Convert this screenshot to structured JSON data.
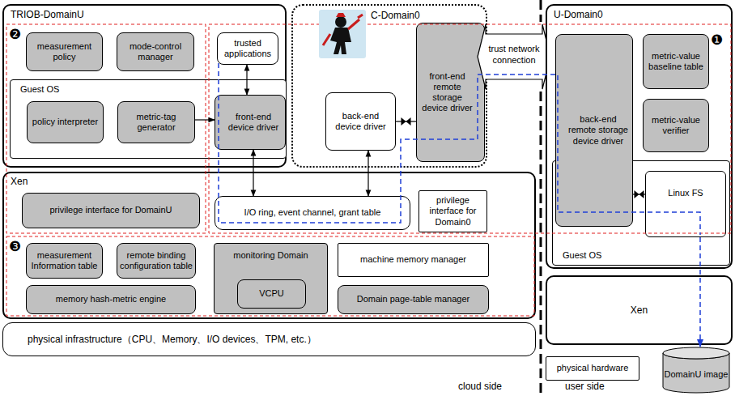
{
  "diagram": {
    "nodes": [
      {
        "text": [
          "TRIOB-DomainU"
        ]
      },
      {
        "text": [
          "measurement policy"
        ],
        "in": 0
      },
      {
        "text": [
          "mode-control manager"
        ],
        "in": 0
      },
      {
        "text": [
          "trusted applications"
        ],
        "in": 0
      },
      {
        "text": [
          "Guest OS"
        ],
        "in": 0
      },
      {
        "text": [
          "policy interpreter"
        ],
        "in": 4
      },
      {
        "text": [
          "metric-tag generator"
        ],
        "in": 4
      },
      {
        "text": [
          "front-end device driver"
        ],
        "in": 4
      },
      {
        "text": [
          "C-Domain0"
        ]
      },
      {
        "text": [
          "back-end device driver"
        ],
        "in": 8
      },
      {
        "text": [
          "front-end remote storage device driver"
        ],
        "in": 8
      },
      {
        "text": [
          "trust network connection"
        ]
      },
      {
        "text": [
          "U-Domain0"
        ]
      },
      {
        "text": [
          "back-end remote storage device driver"
        ],
        "in": 12
      },
      {
        "text": [
          "metric-value baseline table"
        ],
        "in": 12
      },
      {
        "text": [
          "metric-value verifier"
        ],
        "in": 12
      },
      {
        "text": [
          "Guest OS"
        ],
        "in": 12
      },
      {
        "text": [
          "Linux FS"
        ],
        "in": 16
      },
      {
        "text": [
          "Xen"
        ]
      },
      {
        "text": [
          "privilege interface for DomainU"
        ],
        "in": 18
      },
      {
        "text": [
          "I/O ring, event channel, grant table"
        ],
        "in": 18
      },
      {
        "text": [
          "privilege interface for Domain0"
        ],
        "in": 18
      },
      {
        "text": [
          "measurement Information table"
        ],
        "in": 18
      },
      {
        "text": [
          "remote binding configuration table"
        ],
        "in": 18
      },
      {
        "text": [
          "monitoring Domain"
        ],
        "in": 18
      },
      {
        "text": [
          "VCPU"
        ],
        "in": 24
      },
      {
        "text": [
          "machine memory manager"
        ],
        "in": 18
      },
      {
        "text": [
          "memory hash-metric engine"
        ],
        "in": 18
      },
      {
        "text": [
          "Domain page-table manager"
        ],
        "in": 18
      },
      {
        "text": [
          "Xen"
        ]
      },
      {
        "text": [
          "physical infrastructure（CPU、Memory、I/O devices、TPM, etc.）"
        ]
      },
      {
        "text": [
          "physical hardware"
        ]
      },
      {
        "text": [
          "DomainU image"
        ]
      }
    ],
    "edges": [
      {
        "from": 3,
        "to": 7,
        "arrow": "both"
      },
      {
        "from": 6,
        "to": 7,
        "arrow": "to"
      },
      {
        "from": 7,
        "to": 20,
        "arrow": "both"
      },
      {
        "from": 9,
        "to": 20,
        "arrow": "both"
      },
      {
        "from": 9,
        "to": 10,
        "arrow": "none"
      },
      {
        "from": 13,
        "to": 17,
        "arrow": "none"
      },
      {
        "from": 17,
        "to": 32,
        "arrow": "to"
      }
    ],
    "labels": [
      "❷",
      "❶",
      "❸",
      "cloud side",
      "user side"
    ]
  }
}
